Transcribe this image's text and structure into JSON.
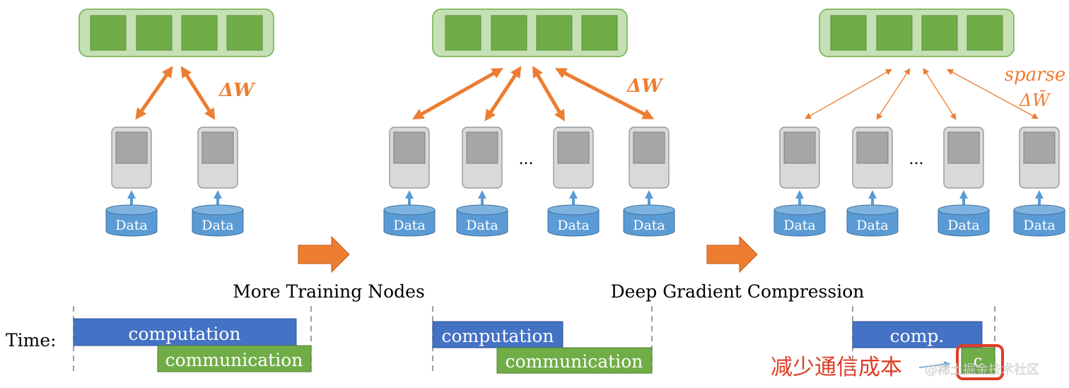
{
  "colors": {
    "param_fill": "#c5e0b4",
    "param_stroke": "#70ad47",
    "param_cell": "#70ad47",
    "node_body": "#d9d9d9",
    "node_screen": "#a6a6a6",
    "node_stroke": "#8c8c8c",
    "data_fill": "#5b9bd5",
    "data_arrow": "#5b9bd5",
    "grad_arrow": "#ed7d31",
    "computation_bar": "#4472c4",
    "communication_bar": "#70ad47",
    "red_annotation": "#e03c26",
    "dashed_line": "#7f7f7f"
  },
  "panels": {
    "p1": {
      "label": "ΔW",
      "nodes": [
        "Data",
        "Data"
      ]
    },
    "p2": {
      "label": "ΔW",
      "ellipsis": "...",
      "nodes": [
        "Data",
        "Data",
        "Data",
        "Data"
      ]
    },
    "p3": {
      "label_line1": "sparse",
      "label_line2": "W̃",
      "label_delta": "Δ",
      "ellipsis": "...",
      "nodes": [
        "Data",
        "Data",
        "Data",
        "Data"
      ]
    }
  },
  "transitions": {
    "first": "More Training Nodes",
    "second": "Deep Gradient Compression"
  },
  "timeline": {
    "time_label": "Time:",
    "t1": {
      "computation": "computation",
      "communication": "communication"
    },
    "t2": {
      "computation": "computation",
      "communication": "communication"
    },
    "t3": {
      "computation": "comp.",
      "communication": "c"
    }
  },
  "annotation": {
    "text": "减少通信成本",
    "watermark": "@稀土掘金技术社区"
  }
}
